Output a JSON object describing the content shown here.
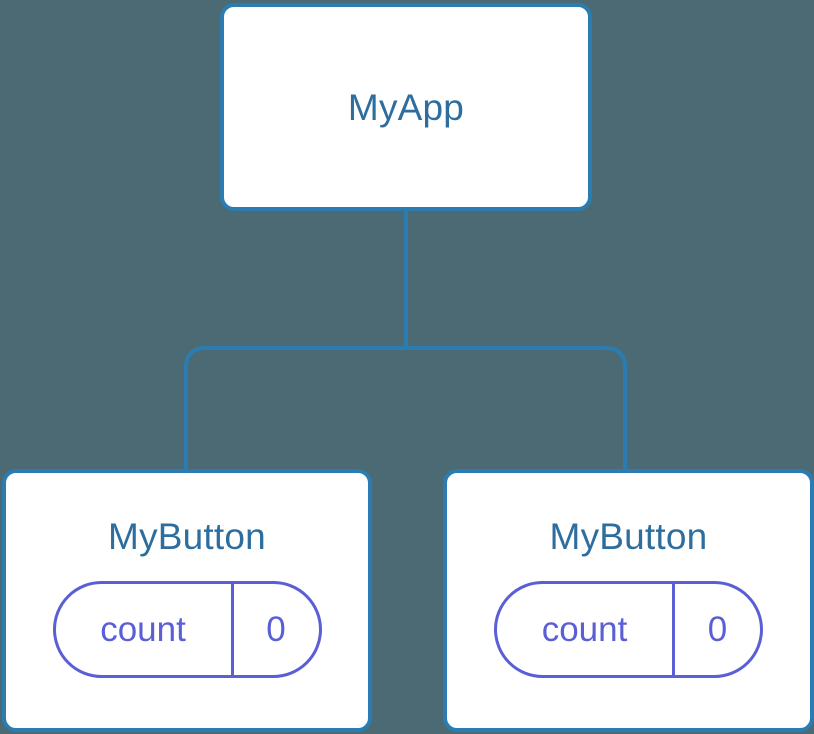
{
  "diagram": {
    "type": "component-tree",
    "background_color": "#4c6a73",
    "edge_color": "#2b7cb0",
    "node_border_color": "#2b7cb0",
    "node_fill_color": "#ffffff",
    "node_label_color": "#2d6e9e",
    "state_badge_color": "#5b5fd6"
  },
  "nodes": {
    "root": {
      "label": "MyApp"
    },
    "child_left": {
      "label": "MyButton",
      "state": {
        "key": "count",
        "value": "0"
      }
    },
    "child_right": {
      "label": "MyButton",
      "state": {
        "key": "count",
        "value": "0"
      }
    }
  }
}
